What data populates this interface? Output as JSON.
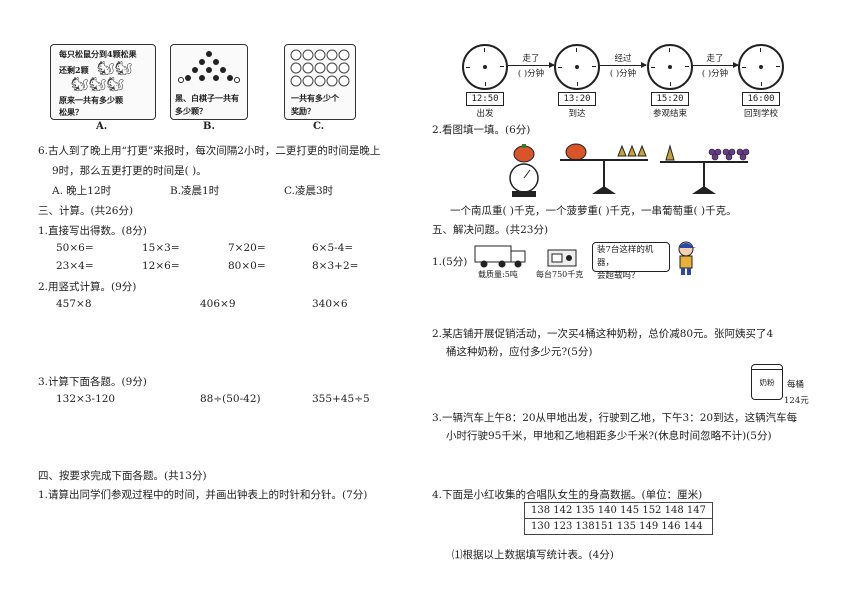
{
  "left": {
    "pics": {
      "a": {
        "line1": "每只松鼠分到4颗松果",
        "line2": "还剩2颗",
        "line3": "原来一共有多少颗",
        "line4": "松果？",
        "label": "A."
      },
      "b": {
        "line1": "黑、白棋子一共有",
        "line2": "多少颗？",
        "label": "B."
      },
      "c": {
        "line1": "一共有多少个",
        "line2": "奖励？",
        "label": "C."
      }
    },
    "q6": {
      "line1": "6.古人到了晚上用“打更”来报时，每次间隔2小时，二更打更的时间是晚上",
      "line2": "9时，那么五更打更的时间是(      )。",
      "opt_a": "A. 晚上12时",
      "opt_b": "B.凌晨1时",
      "opt_c": "C.凌晨3时"
    },
    "sec3_title": "三、计算。(共26分)",
    "q1": {
      "title": "1.直接写出得数。(8分)",
      "row1": [
        "50×6=",
        "15×3=",
        "7×20=",
        "6×5-4="
      ],
      "row2": [
        "23×4=",
        "12×6=",
        "80×0=",
        "8×3+2="
      ]
    },
    "q2": {
      "title": "2.用竖式计算。(9分)",
      "items": [
        "457×8",
        "406×9",
        "340×6"
      ]
    },
    "q3": {
      "title": "3.计算下面各题。(9分)",
      "items": [
        "132×3-120",
        "88÷(50-42)",
        "355+45÷5"
      ]
    },
    "sec4_title": "四、按要求完成下面各题。(共13分)",
    "q4_1": "1.请算出同学们参观过程中的时间，并画出钟表上的时针和分针。(7分)"
  },
  "right": {
    "clocks": [
      {
        "time": "12:50",
        "label": "出发"
      },
      {
        "time": "13:20",
        "label": "到达"
      },
      {
        "time": "15:20",
        "label": "参观结束"
      },
      {
        "time": "16:00",
        "label": "回到学校"
      }
    ],
    "arrows": [
      {
        "top": "走了",
        "bottom": "(       )分钟"
      },
      {
        "top": "经过",
        "bottom": "(       )分钟"
      },
      {
        "top": "走了",
        "bottom": "(       )分钟"
      }
    ],
    "q2_title": "2.看图填一填。(6分)",
    "q2_fill": "一个南瓜重(    )千克，一个菠萝重(    )千克，一串葡萄重(    )千克。",
    "sec5_title": "五、解决问题。(共23分)",
    "q5_1": {
      "num": "1.(5分)",
      "truck": "载质量:5吨",
      "machine": "每台750千克",
      "bubble1": "装7台这样的机器，",
      "bubble2": "会超载吗？"
    },
    "q5_2": {
      "line1": "2.某店铺开展促销活动，一次买4桶这种奶粉，总价减80元。张阿姨买了4",
      "line2": "桶这种奶粉，应付多少元?(5分)",
      "can": "奶粉",
      "price1": "每桶",
      "price2": "124元"
    },
    "q5_3": {
      "line1": "3.一辆汽车上午8：20从甲地出发，行驶到乙地，下午3：20到达，这辆汽车每",
      "line2": "小时行驶95千米，甲地和乙地相距多少千米?(休息时间忽略不计)(5分)"
    },
    "q5_4": {
      "title": "4.下面是小红收集的合唱队女生的身高数据。(单位：厘米)",
      "row1": "138 142 135 140 145 152 148 147",
      "row2": "130 123 138151 135 149 146 144",
      "sub": "⑴根据以上数据填写统计表。(4分)"
    }
  }
}
